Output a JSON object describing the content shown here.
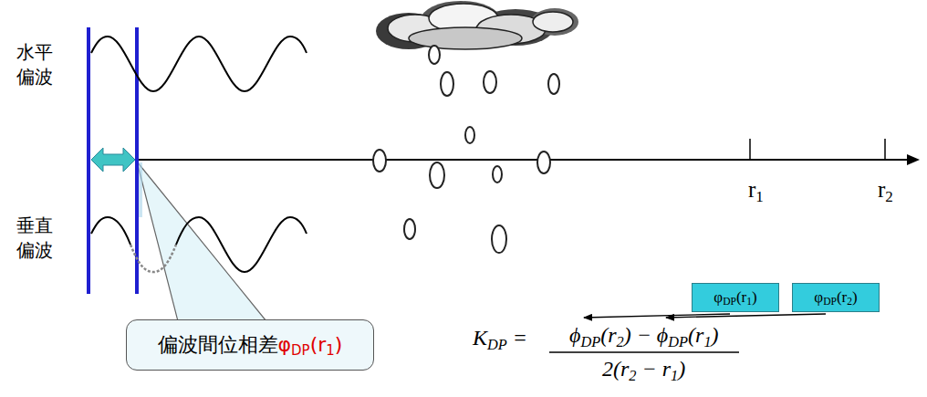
{
  "diagram": {
    "nodes": [
      {
        "text": [
          "偏波間位相差φDP(r1)"
        ]
      },
      {
        "text": [
          "φDP(r1)"
        ]
      },
      {
        "text": [
          "φDP(r2)"
        ]
      }
    ],
    "labels": [
      "水平 偏波",
      "垂直 偏波",
      "r1",
      "r2",
      "KDP =",
      "ϕDP(r2) − ϕDP(r1)",
      "2(r2 − r1)"
    ]
  }
}
